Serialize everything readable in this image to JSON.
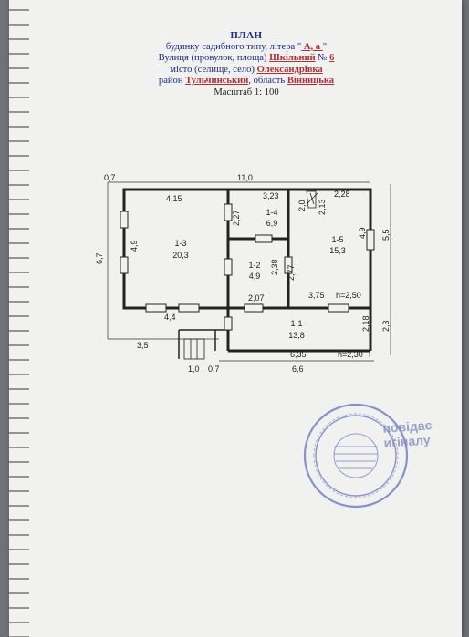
{
  "header": {
    "title": "ПЛАН",
    "line2_prefix": "будинку садибного типу, літера \"",
    "line2_value": " А, а ",
    "line2_suffix": "\"",
    "line3_prefix": "Вулиця (провулок, площа) ",
    "street": "Шкільний",
    "number_prefix": " № ",
    "number": "6",
    "line4_prefix": "місто (селище, село) ",
    "village": "Олександрівка",
    "line5_prefix": "район ",
    "district": "Тульчинський",
    "line5_mid": ", область ",
    "region": "Вінницька",
    "scale": "Масштаб 1: 100"
  },
  "rooms": [
    {
      "code": "1-3",
      "area": "20,3"
    },
    {
      "code": "1-4",
      "area": "6,9"
    },
    {
      "code": "1-5",
      "area": "15,3"
    },
    {
      "code": "1-2",
      "area": "4,9"
    },
    {
      "code": "1-1",
      "area": "13,8"
    }
  ],
  "dimensions": {
    "d_0_7_top": "0,7",
    "d_11_0": "11,0",
    "d_4_15": "4,15",
    "d_3_23": "3,23",
    "d_2_28": "2,28",
    "d_2_27": "2,27",
    "d_2_0": "2,0",
    "d_2_13": "2,13",
    "d_6_7": "6,7",
    "d_4_9_left": "4,9",
    "d_4_9_right": "4,9",
    "d_5_5": "5,5",
    "d_2_38": "2,38",
    "d_2_77": "2,77",
    "d_2_07": "2,07",
    "d_3_75": "3,75",
    "h_2_50": "h=2,50",
    "d_4_4": "4,4",
    "d_2_18": "2,18",
    "d_2_3": "2,3",
    "d_3_5": "3,5",
    "d_6_35": "6,35",
    "h_2_30": "h=2,30",
    "d_6_6": "6,6",
    "d_1_0": "1,0",
    "d_0_7_bottom": "0,7"
  },
  "stamp": {
    "line1": "повідає",
    "line2": "игіналу"
  },
  "colors": {
    "ink_blue": "#1d2b8a",
    "ink_red": "#b0303a",
    "seal_blue": "#6c7bbf"
  }
}
